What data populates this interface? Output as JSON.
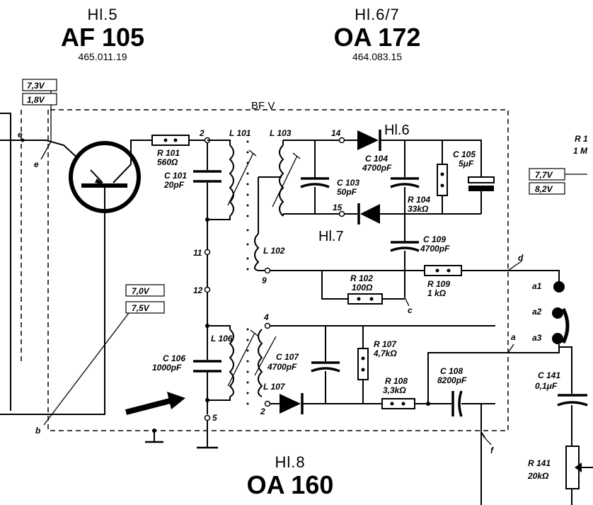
{
  "headers": [
    {
      "id": "hl5",
      "hl": "Hl.5",
      "type": "AF 105",
      "part": "465.011.19"
    },
    {
      "id": "hl67",
      "hl": "Hl.6/7",
      "type": "OA 172",
      "part": "464.083.15"
    },
    {
      "id": "hl8",
      "hl": "Hl.8",
      "type": "OA 160",
      "part": ""
    }
  ],
  "block_label": "BF V",
  "voltage_boxes": {
    "emitter_top": "7,3V",
    "emitter_bot": "1,8V",
    "base_top": "7,0V",
    "base_bot": "7,5V",
    "right_top": "7,7V",
    "right_bot": "8,2V"
  },
  "components": {
    "r101": {
      "ref": "R 101",
      "value": "560Ω"
    },
    "c101": {
      "ref": "C 101",
      "value": "20pF"
    },
    "l101": {
      "ref": "L 101"
    },
    "l103": {
      "ref": "L 103"
    },
    "l102": {
      "ref": "L 102"
    },
    "c103": {
      "ref": "C 103",
      "value": "50pF"
    },
    "c104": {
      "ref": "C 104",
      "value": "4700pF"
    },
    "c105": {
      "ref": "C 105",
      "value": "5μF"
    },
    "r104": {
      "ref": "R 104",
      "value": "33kΩ"
    },
    "c109": {
      "ref": "C 109",
      "value": "4700pF"
    },
    "r102": {
      "ref": "R 102",
      "value": "100Ω"
    },
    "r109": {
      "ref": "R 109",
      "value": "1 kΩ"
    },
    "l106": {
      "ref": "L 106"
    },
    "l107": {
      "ref": "L 107"
    },
    "c106": {
      "ref": "C 106",
      "value": "1000pF"
    },
    "c107": {
      "ref": "C 107",
      "value": "4700pF"
    },
    "r107": {
      "ref": "R 107",
      "value": "4,7kΩ"
    },
    "r108": {
      "ref": "R 108",
      "value": "3,3kΩ"
    },
    "c108": {
      "ref": "C 108",
      "value": "8200pF"
    },
    "c141": {
      "ref": "C 141",
      "value": "0,1μF"
    },
    "r141": {
      "ref": "R 141",
      "value": "20kΩ"
    },
    "r1xx": {
      "ref": "R 1",
      "value": "1 M"
    }
  },
  "diode_labels": {
    "d6": "Hl.6",
    "d7": "Hl.7"
  },
  "nodes": {
    "n2": "2",
    "n14": "14",
    "n15": "15",
    "n11": "11",
    "n12": "12",
    "n9": "9",
    "n4": "4",
    "n2b": "2",
    "n5": "5",
    "e_top": "e",
    "e_low": "e"
  },
  "points": {
    "a1": "a1",
    "a2": "a2",
    "a3": "a3",
    "a": "a",
    "b": "b",
    "c": "c",
    "d": "d",
    "f": "f"
  }
}
